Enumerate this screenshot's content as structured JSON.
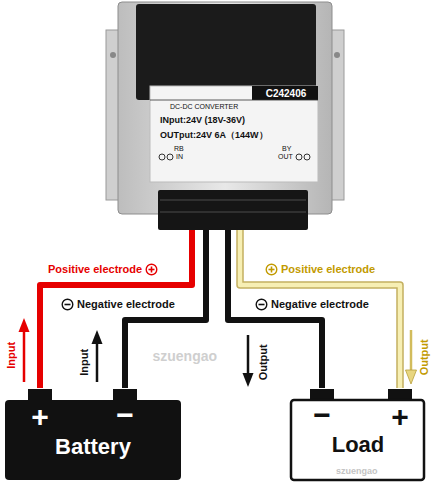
{
  "diagram": {
    "nodes": [
      {
        "text": [
          "C242406",
          "DC-DC CONVERTER",
          "INput:24V (18V-36V)",
          "OUTput:24V 6A（144W）",
          "RB",
          "IN",
          "BY",
          "OUT"
        ]
      },
      {
        "text": [
          "+",
          "−",
          "Battery"
        ]
      },
      {
        "text": [
          "−",
          "+",
          "Load"
        ]
      }
    ],
    "edges": [
      {
        "from": 1,
        "to": 0,
        "arrow": "none",
        "label": "Positive electrode"
      },
      {
        "from": 1,
        "to": 0,
        "arrow": "none",
        "label": "Negative electrode"
      },
      {
        "from": 0,
        "to": 2,
        "arrow": "none",
        "label": "Negative electrode"
      },
      {
        "from": 0,
        "to": 2,
        "arrow": "none",
        "label": "Positive electrode"
      }
    ],
    "labels": [
      "Input",
      "Input",
      "Output",
      "Output",
      "szuengao",
      "szuengao"
    ]
  }
}
